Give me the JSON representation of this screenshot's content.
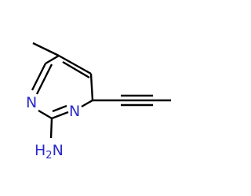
{
  "molecule": {
    "atoms": {
      "n_ring_top": "N",
      "n_ring_right": "N",
      "amine": "H2N"
    }
  },
  "colors": {
    "bond": "#000000",
    "heteroatom": "#2a2acc",
    "background": "#ffffff"
  }
}
